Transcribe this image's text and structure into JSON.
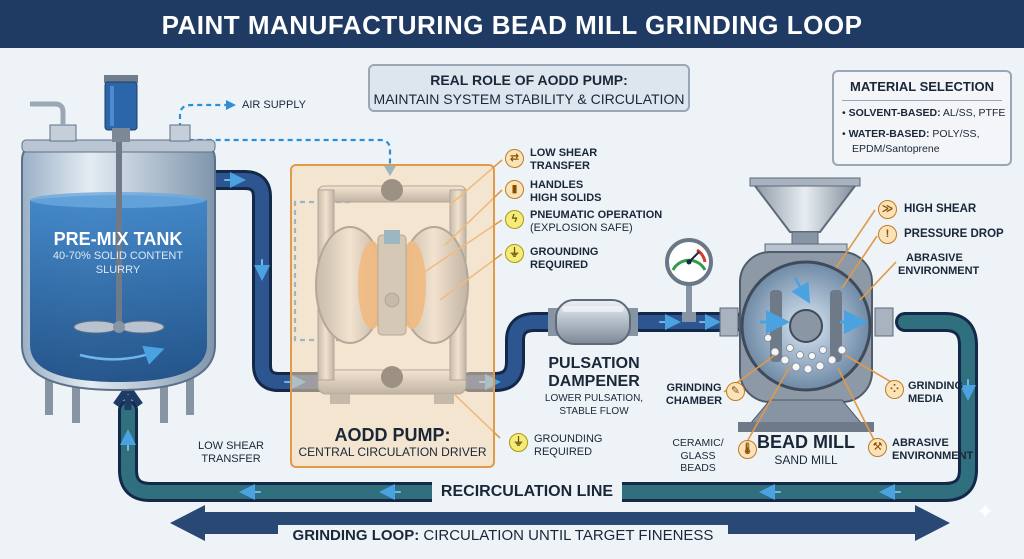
{
  "title": "PAINT MANUFACTURING BEAD MILL GRINDING LOOP",
  "role_box": {
    "heading": "REAL ROLE OF AODD PUMP:",
    "text": "MAINTAIN SYSTEM STABILITY & CIRCULATION"
  },
  "material_selection": {
    "heading": "MATERIAL SELECTION",
    "items": [
      {
        "label": "SOLVENT-BASED:",
        "value": "AL/SS, PTFE"
      },
      {
        "label": "WATER-BASED:",
        "value": "POLY/SS,",
        "value2": "EPDM/Santoprene"
      }
    ]
  },
  "air_supply": "AIR SUPPLY",
  "tank": {
    "name": "PRE-MIX TANK",
    "line1": "40-70% SOLID CONTENT",
    "line2": "SLURRY"
  },
  "pump_features": [
    {
      "icon": "transfer-icon",
      "l1": "LOW SHEAR",
      "l2": "TRANSFER"
    },
    {
      "icon": "bars-icon",
      "l1": "HANDLES",
      "l2": "HIGH SOLIDS"
    },
    {
      "icon": "lightning-icon",
      "l1": "PNEUMATIC OPERATION",
      "l2": "(EXPLOSION SAFE)"
    },
    {
      "icon": "ground-icon",
      "l1": "GROUNDING",
      "l2": "REQUIRED"
    }
  ],
  "pump": {
    "name": "AODD PUMP:",
    "subtitle": "CENTRAL CIRCULATION DRIVER"
  },
  "low_shear_bottom": {
    "l1": "LOW SHEAR",
    "l2": "TRANSFER"
  },
  "grounding_bottom": {
    "l1": "GROUNDING",
    "l2": "REQUIRED"
  },
  "dampener": {
    "l1": "PULSATION",
    "l2": "DAMPENER",
    "s1": "LOWER PULSATION,",
    "s2": "STABLE FLOW"
  },
  "mill_features": [
    {
      "icon": "shear-icon",
      "text": "HIGH SHEAR"
    },
    {
      "icon": "warning-icon",
      "text": "PRESSURE DROP"
    },
    {
      "l1": "ABRASIVE",
      "l2": "ENVIRONMENT"
    }
  ],
  "grinding_chamber": {
    "l1": "GRINDING",
    "l2": "CHAMBER"
  },
  "grinding_media": {
    "l1": "GRINDING",
    "l2": "MEDIA"
  },
  "beads": {
    "l1": "CERAMIC/",
    "l2": "GLASS BEADS"
  },
  "bead_mill": {
    "name": "BEAD MILL",
    "sub": "SAND MILL"
  },
  "abrasive_bottom": {
    "l1": "ABRASIVE",
    "l2": "ENVIRONMENT"
  },
  "recirculation": "RECIRCULATION LINE",
  "grinding_loop": {
    "bold": "GRINDING LOOP:",
    "rest": " CIRCULATION UNTIL TARGET FINENESS"
  },
  "colors": {
    "header": "#1f3a63",
    "pipe": "#1e3a66",
    "pipe_return": "#2e7a6a",
    "accent": "#e09a48",
    "arrow": "#2a8fd6"
  }
}
